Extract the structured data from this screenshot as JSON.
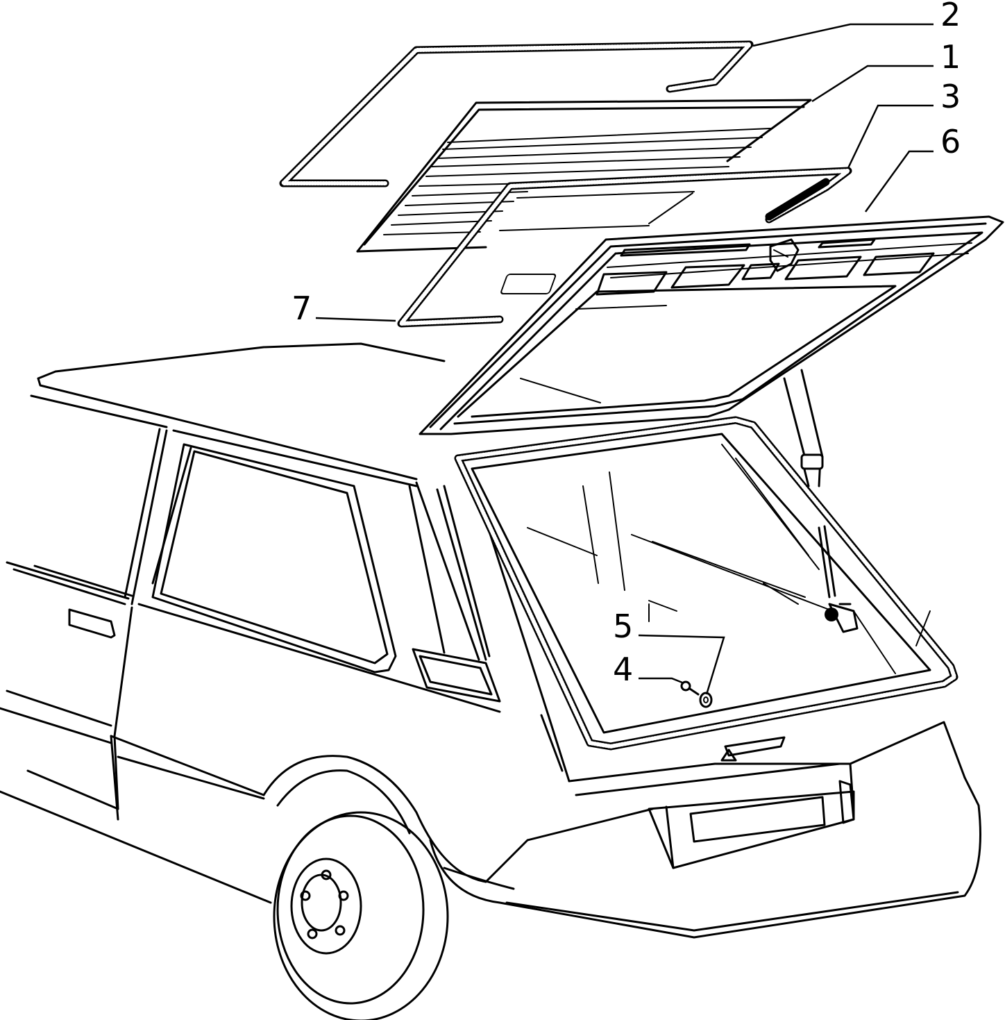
{
  "callouts": [
    {
      "id": "2",
      "label": "2"
    },
    {
      "id": "1",
      "label": "1"
    },
    {
      "id": "3",
      "label": "3"
    },
    {
      "id": "6",
      "label": "6"
    },
    {
      "id": "7",
      "label": "7"
    },
    {
      "id": "5",
      "label": "5"
    },
    {
      "id": "4",
      "label": "4"
    }
  ],
  "colors": {
    "line": "#000000",
    "background": "#ffffff"
  }
}
